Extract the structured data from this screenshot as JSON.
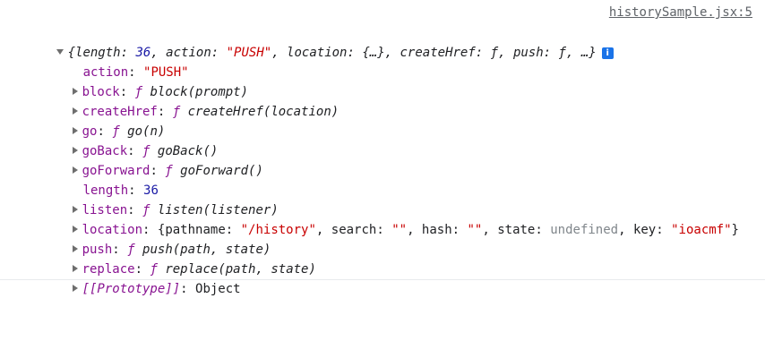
{
  "source": "historySample.jsx:5",
  "summary": {
    "open": "{",
    "length_key": "length",
    "length_val": "36",
    "action_key": "action",
    "action_val": "\"PUSH\"",
    "location_key": "location",
    "location_val": "{…}",
    "createHref_key": "createHref",
    "createHref_val": "ƒ",
    "push_key": "push",
    "push_val": "ƒ",
    "tail": ", …}",
    "info_icon": "i"
  },
  "props": {
    "action": {
      "key": "action",
      "value": "\"PUSH\""
    },
    "block": {
      "key": "block",
      "f": "ƒ",
      "sig": "block(prompt)"
    },
    "createHref": {
      "key": "createHref",
      "f": "ƒ",
      "sig": "createHref(location)"
    },
    "go": {
      "key": "go",
      "f": "ƒ",
      "sig": "go(n)"
    },
    "goBack": {
      "key": "goBack",
      "f": "ƒ",
      "sig": "goBack()"
    },
    "goForward": {
      "key": "goForward",
      "f": "ƒ",
      "sig": "goForward()"
    },
    "length": {
      "key": "length",
      "value": "36"
    },
    "listen": {
      "key": "listen",
      "f": "ƒ",
      "sig": "listen(listener)"
    },
    "location": {
      "key": "location",
      "pathname_key": "pathname",
      "pathname_val": "\"/history\"",
      "search_key": "search",
      "search_val": "\"\"",
      "hash_key": "hash",
      "hash_val": "\"\"",
      "state_key": "state",
      "state_val": "undefined",
      "keyname": "key",
      "key_val": "\"ioacmf\""
    },
    "push": {
      "key": "push",
      "f": "ƒ",
      "sig": "push(path, state)"
    },
    "replace": {
      "key": "replace",
      "f": "ƒ",
      "sig": "replace(path, state)"
    },
    "prototype": {
      "key": "[[Prototype]]",
      "value": "Object"
    }
  }
}
